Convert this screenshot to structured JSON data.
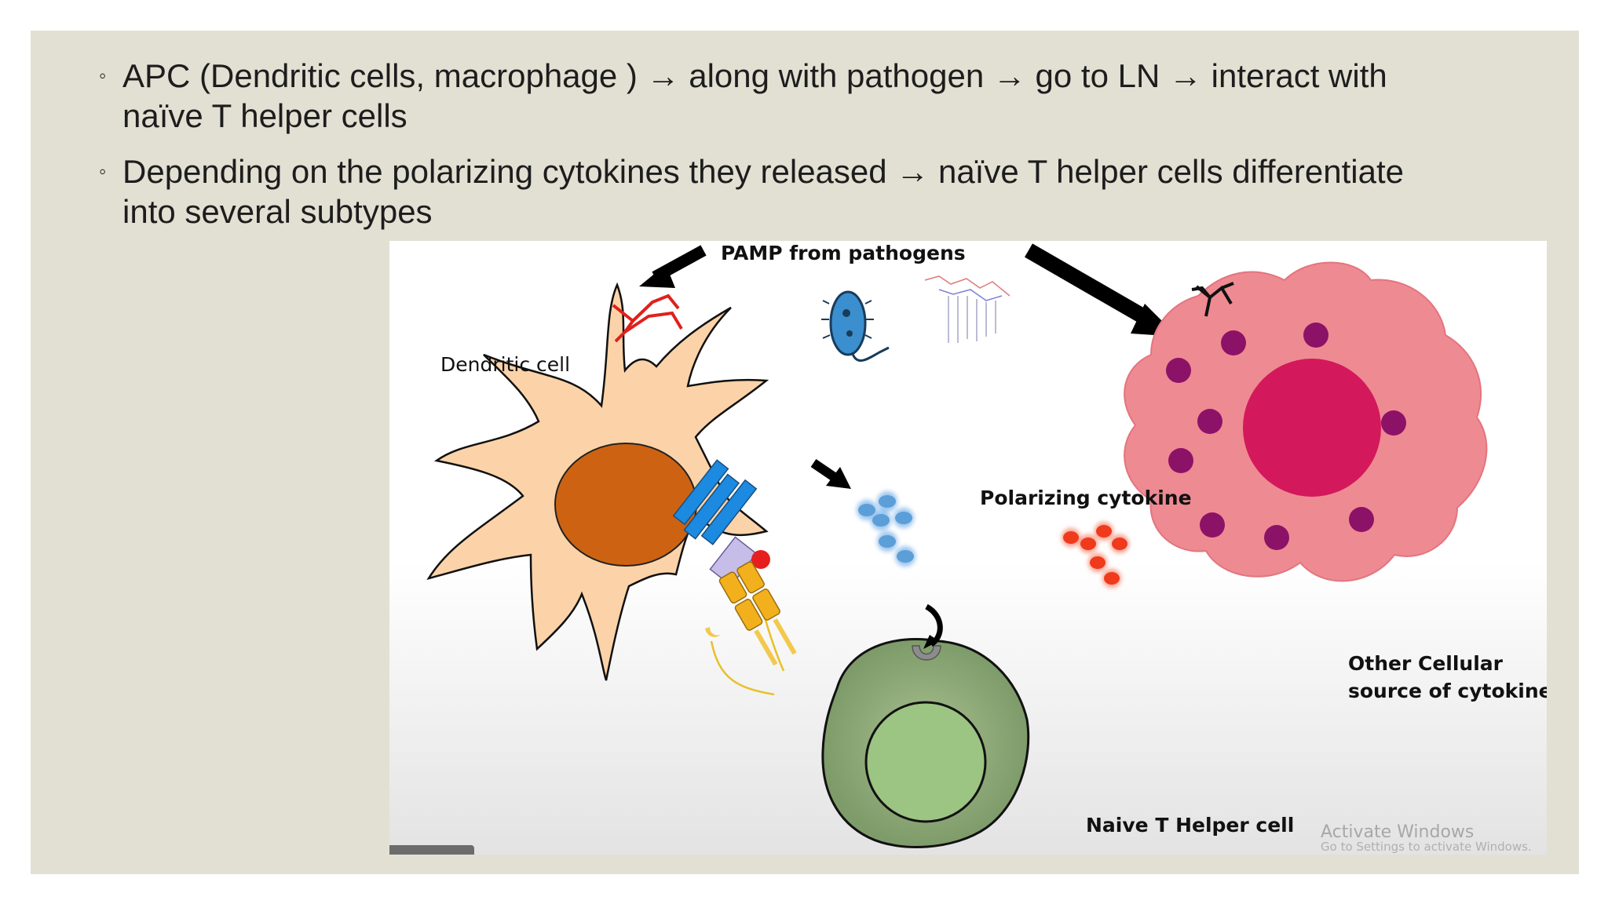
{
  "slide": {
    "bullets": [
      {
        "marker": "◦",
        "text": "APC (Dendritic cells, macrophage ) → along with pathogen → go to LN → interact with naïve T helper cells"
      },
      {
        "marker": "◦",
        "text": "Depending on the polarizing cytokines they released → naïve T helper cells differentiate into several  subtypes"
      }
    ]
  },
  "figure": {
    "labels": {
      "pamp": "PAMP  from pathogens",
      "dendritic_cell": "Dendritic cell",
      "polarizing_cytokine": "Polarizing cytokine",
      "other_source_line1": "Other Cellular",
      "other_source_line2": "source of cytokine",
      "naive_t_helper": "Naive T Helper cell"
    },
    "colors": {
      "dendritic_body": "#fcd3a8",
      "dendritic_nucleus": "#cd6312",
      "other_cell": "#ee8a92",
      "other_nucleus": "#d3195b",
      "granules": "#8c1268",
      "t_cell": "#9cb482",
      "blue_cytokines": "#5c9ed8",
      "red_cytokines": "#ef3a1c"
    },
    "watermark": {
      "title": "Activate Windows",
      "subtitle": "Go to Settings to activate Windows."
    }
  }
}
